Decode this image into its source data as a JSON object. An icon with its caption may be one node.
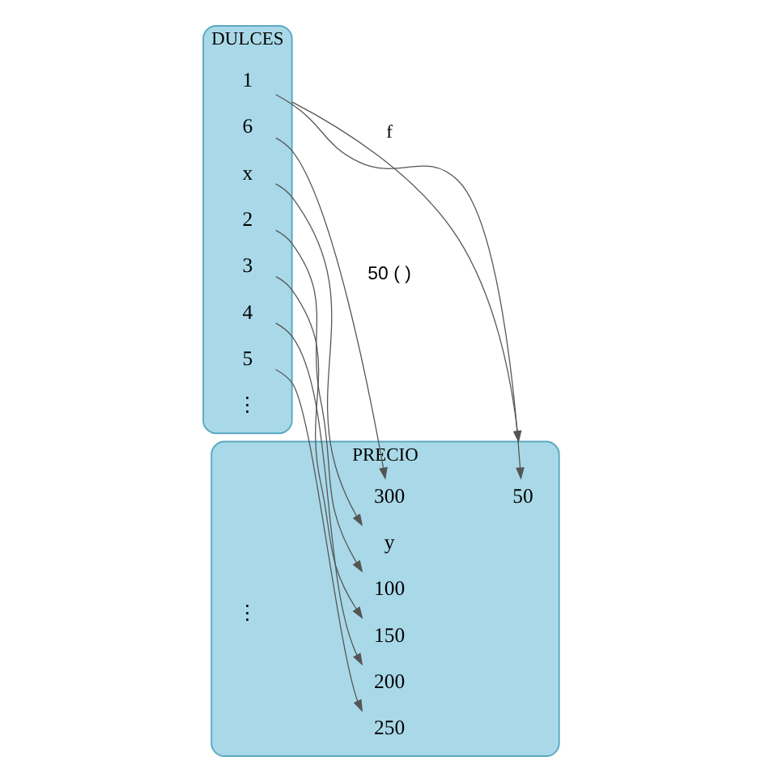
{
  "diagram": {
    "nodes": [
      {
        "text": [
          "DULCES"
        ]
      },
      {
        "text": [
          "1"
        ],
        "in": 0
      },
      {
        "text": [
          "2"
        ],
        "in": 0
      },
      {
        "text": [
          "3"
        ],
        "in": 0
      },
      {
        "text": [
          "4"
        ],
        "in": 0
      },
      {
        "text": [
          "5"
        ],
        "in": 0
      },
      {
        "text": [
          "6"
        ],
        "in": 0
      },
      {
        "text": [
          "x"
        ],
        "in": 0
      },
      {
        "text": [
          "PRECIO"
        ]
      },
      {
        "text": [
          "50"
        ],
        "in": 8
      },
      {
        "text": [
          "100"
        ],
        "in": 8
      },
      {
        "text": [
          "150"
        ],
        "in": 8
      },
      {
        "text": [
          "200"
        ],
        "in": 8
      },
      {
        "text": [
          "250"
        ],
        "in": 8
      },
      {
        "text": [
          "300"
        ],
        "in": 8
      },
      {
        "text": [
          "y"
        ],
        "in": 8
      }
    ],
    "edges": [
      {
        "from": 0,
        "to": 8,
        "arrow": "to",
        "label": "f"
      },
      {
        "from": 1,
        "to": 9,
        "arrow": "to"
      },
      {
        "from": 2,
        "to": 10,
        "arrow": "to"
      },
      {
        "from": 3,
        "to": 11,
        "arrow": "to"
      },
      {
        "from": 4,
        "to": 12,
        "arrow": "to"
      },
      {
        "from": 5,
        "to": 13,
        "arrow": "to"
      },
      {
        "from": 6,
        "to": 14,
        "arrow": "to"
      },
      {
        "from": 7,
        "to": 15,
        "arrow": "to"
      }
    ],
    "labels": [
      "50 ( )",
      "⋮",
      "⋮"
    ]
  }
}
